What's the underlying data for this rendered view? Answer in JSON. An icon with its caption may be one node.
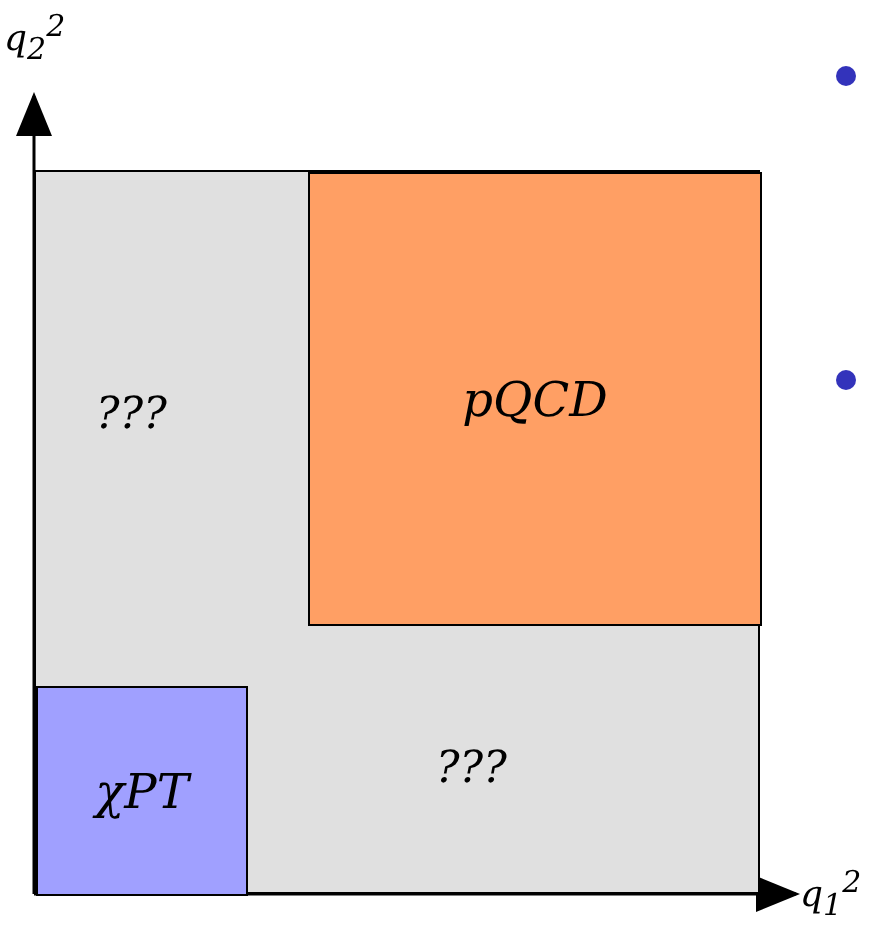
{
  "diagram": {
    "nodes": [
      {
        "text": [],
        "shape": "box"
      },
      {
        "text": [
          "pQCD"
        ],
        "in": 0
      },
      {
        "text": [
          "χPT"
        ],
        "in": 0
      }
    ],
    "edges": [],
    "labels": [
      "q$_{2}$$^{2}$",
      "???",
      "???",
      "q$_{1}$$^{2}$"
    ]
  }
}
